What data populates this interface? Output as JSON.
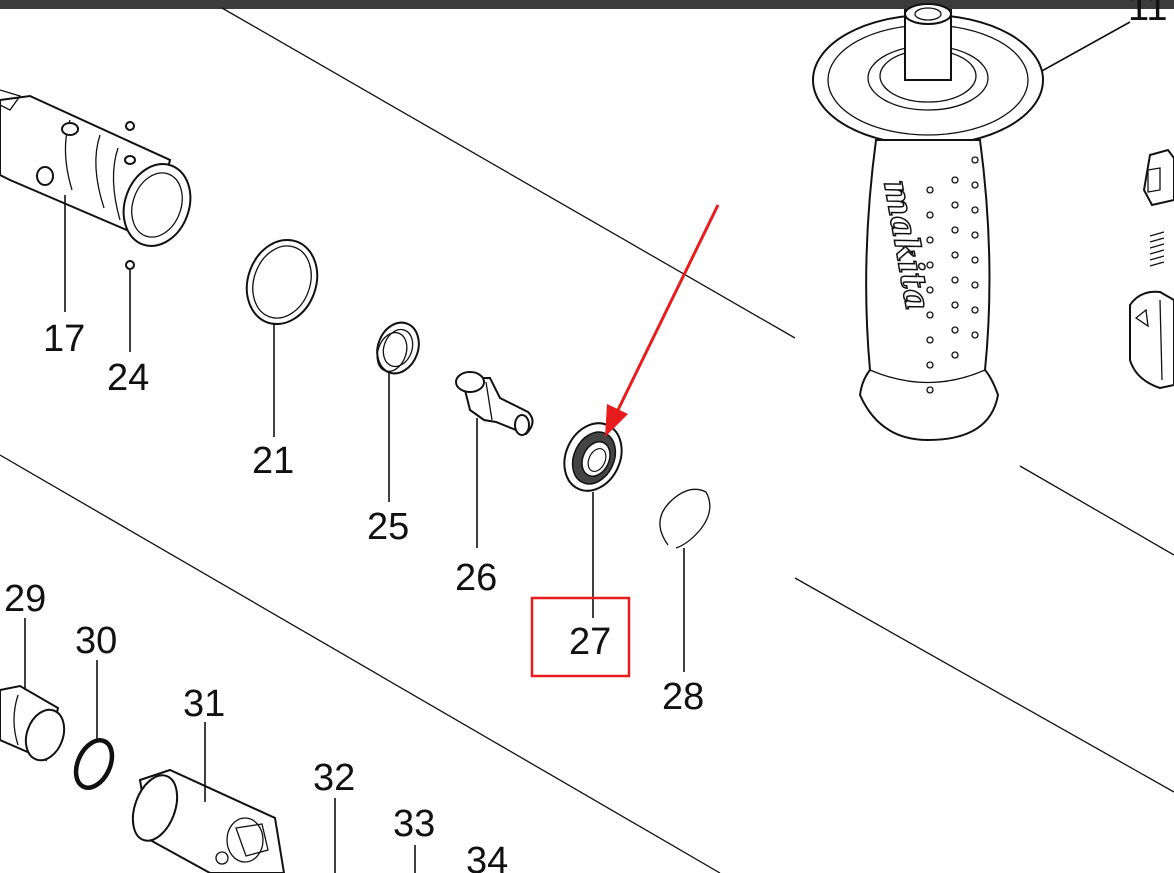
{
  "diagram": {
    "part_numbers": {
      "p11": "11",
      "p17": "17",
      "p24": "24",
      "p21": "21",
      "p25": "25",
      "p26": "26",
      "p27": "27",
      "p28": "28",
      "p29": "29",
      "p30": "30",
      "p31": "31",
      "p32": "32",
      "p33": "33",
      "p34": "34"
    },
    "handle_logo": "makita",
    "highlight": {
      "target": "27",
      "arrow_color": "#e81c1c",
      "box_color": "#e81c1c"
    }
  }
}
